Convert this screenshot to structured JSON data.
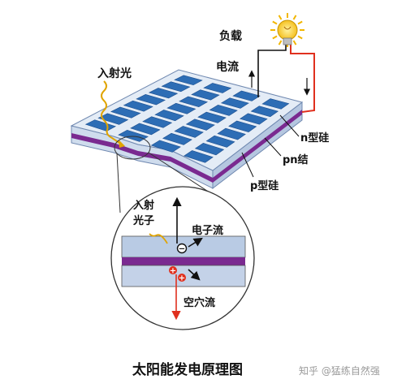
{
  "title": "太阳能发电原理图",
  "watermark": "知乎 @猛练自然强",
  "labels": {
    "load": "负载",
    "current": "电流",
    "incident_light": "入射光",
    "n_si": "n型硅",
    "pn_junction": "pn结",
    "p_si": "p型硅",
    "incident_photon_1": "入射",
    "incident_photon_2": "光子",
    "electron_flow": "电子流",
    "hole_flow": "空穴流",
    "electron_sign": "−",
    "hole_sign": "+"
  },
  "colors": {
    "cell_blue": "#2d6db5",
    "cell_surface": "#dfe8f3",
    "n_layer": "#b9cbe4",
    "junction": "#7a2a90",
    "p_layer": "#c4d2e8",
    "wire_red": "#e0301e",
    "light_ray": "#e0a400",
    "electron_arrow": "#111111",
    "hole_arrow": "#e0301e"
  },
  "icons": [
    "light-bulb-icon",
    "electron-icon",
    "hole-icon"
  ]
}
